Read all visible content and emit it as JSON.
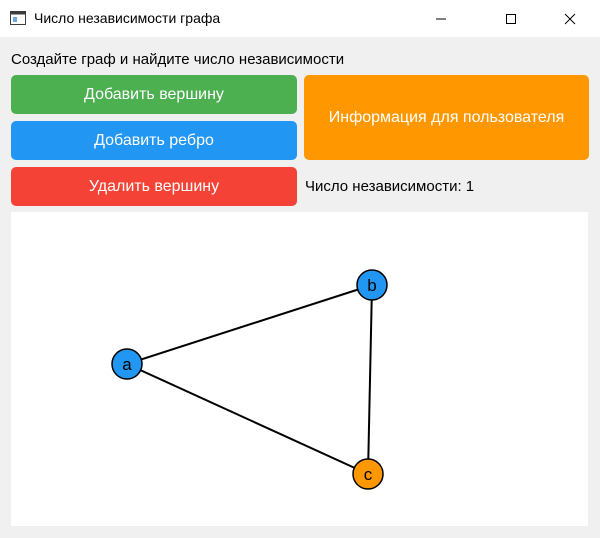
{
  "window": {
    "title": "Число независимости графа",
    "icon": "app-window-icon"
  },
  "prompt": "Создайте граф и найдите число независимости",
  "buttons": {
    "add_vertex": "Добавить вершину",
    "add_edge": "Добавить ребро",
    "delete_vertex": "Удалить вершину",
    "user_info": "Информация для пользователя"
  },
  "result": "Число независимости: 1",
  "colors": {
    "add_vertex": "#4caf50",
    "add_edge": "#2196f3",
    "delete_vertex": "#f44336",
    "user_info": "#ff9800",
    "vertex_default": "#2196f3",
    "vertex_independent": "#ff9800"
  },
  "graph": {
    "vertices": [
      {
        "id": "a",
        "label": "a",
        "color": "#2196f3"
      },
      {
        "id": "b",
        "label": "b",
        "color": "#2196f3"
      },
      {
        "id": "c",
        "label": "c",
        "color": "#ff9800"
      }
    ],
    "edges": [
      [
        "a",
        "b"
      ],
      [
        "b",
        "c"
      ],
      [
        "a",
        "c"
      ]
    ]
  }
}
